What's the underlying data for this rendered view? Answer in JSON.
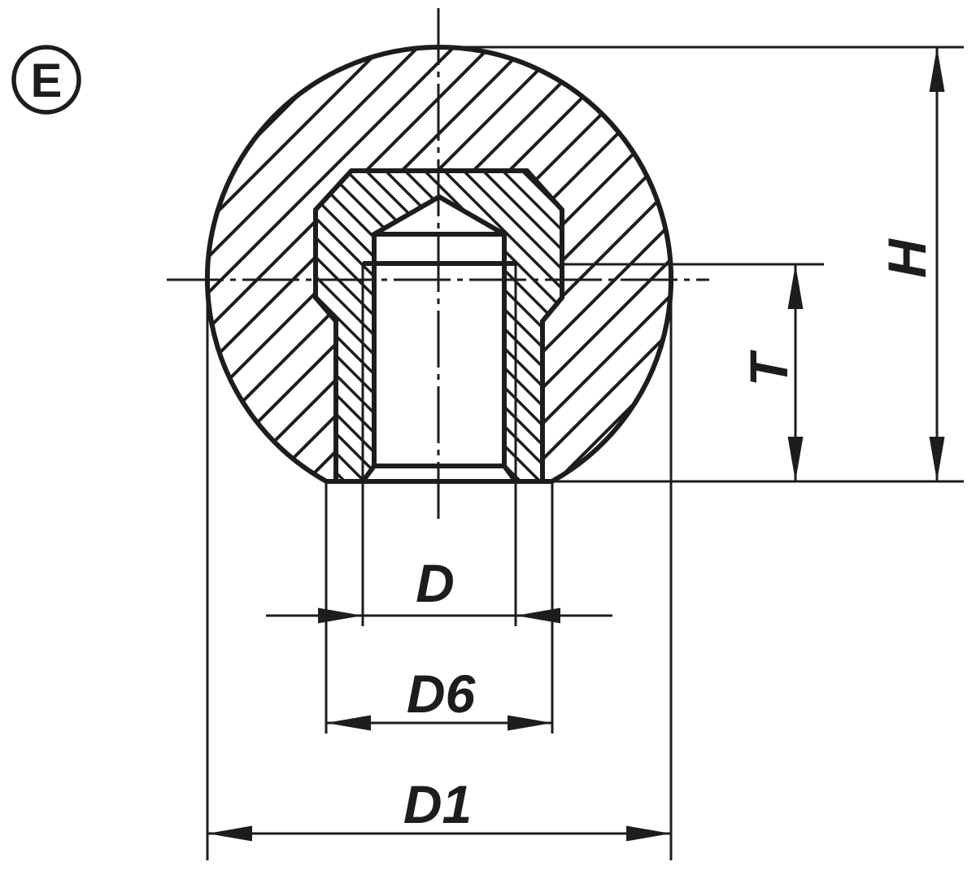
{
  "drawing": {
    "view_label": "E",
    "background_color": "#ffffff",
    "line_color": "#1d1d1b",
    "dimensions": {
      "h_label": "H",
      "t_label": "T",
      "d_label": "D",
      "d6_label": "D6",
      "d1_label": "D1"
    }
  }
}
